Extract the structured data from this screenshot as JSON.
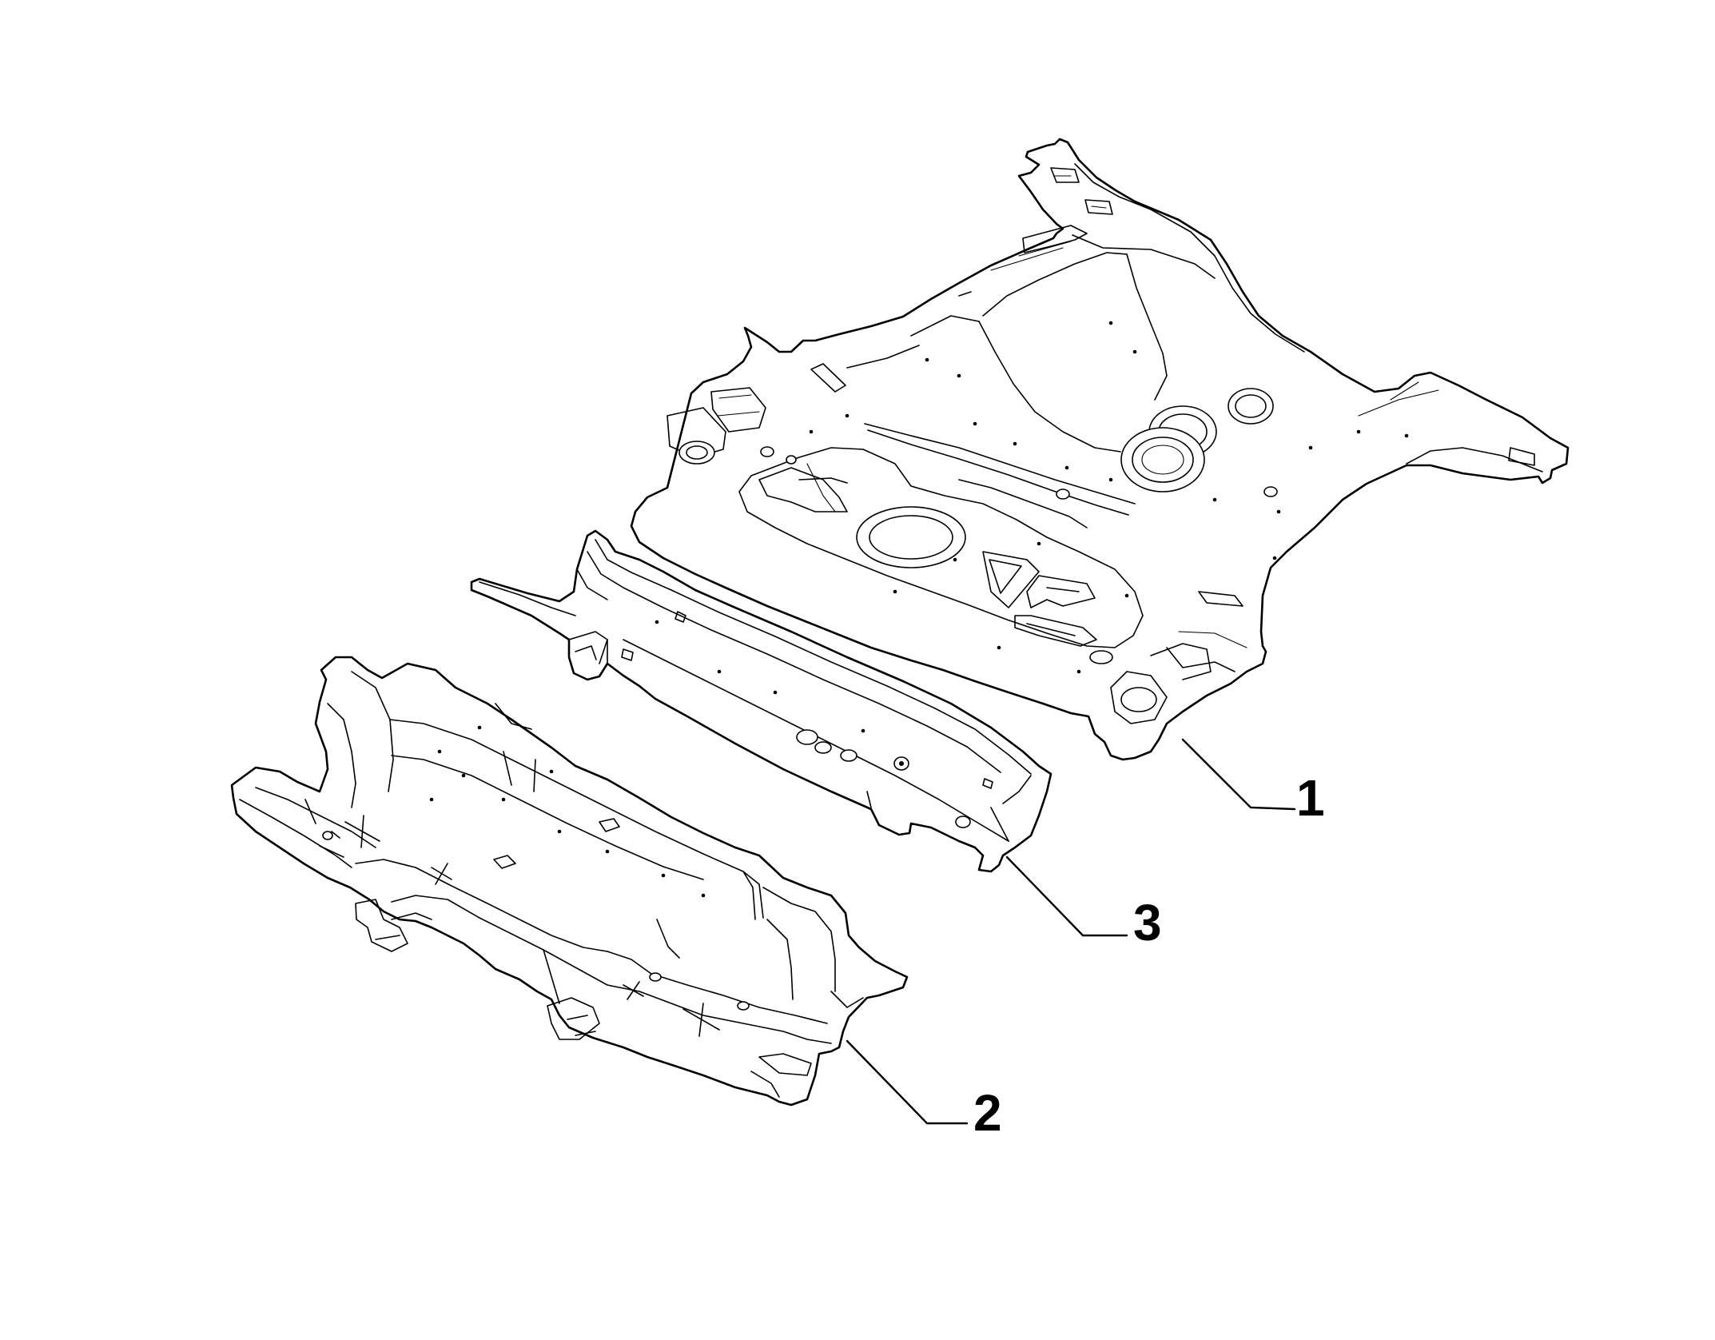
{
  "callouts": {
    "part1": "1",
    "part2": "2",
    "part3": "3"
  }
}
